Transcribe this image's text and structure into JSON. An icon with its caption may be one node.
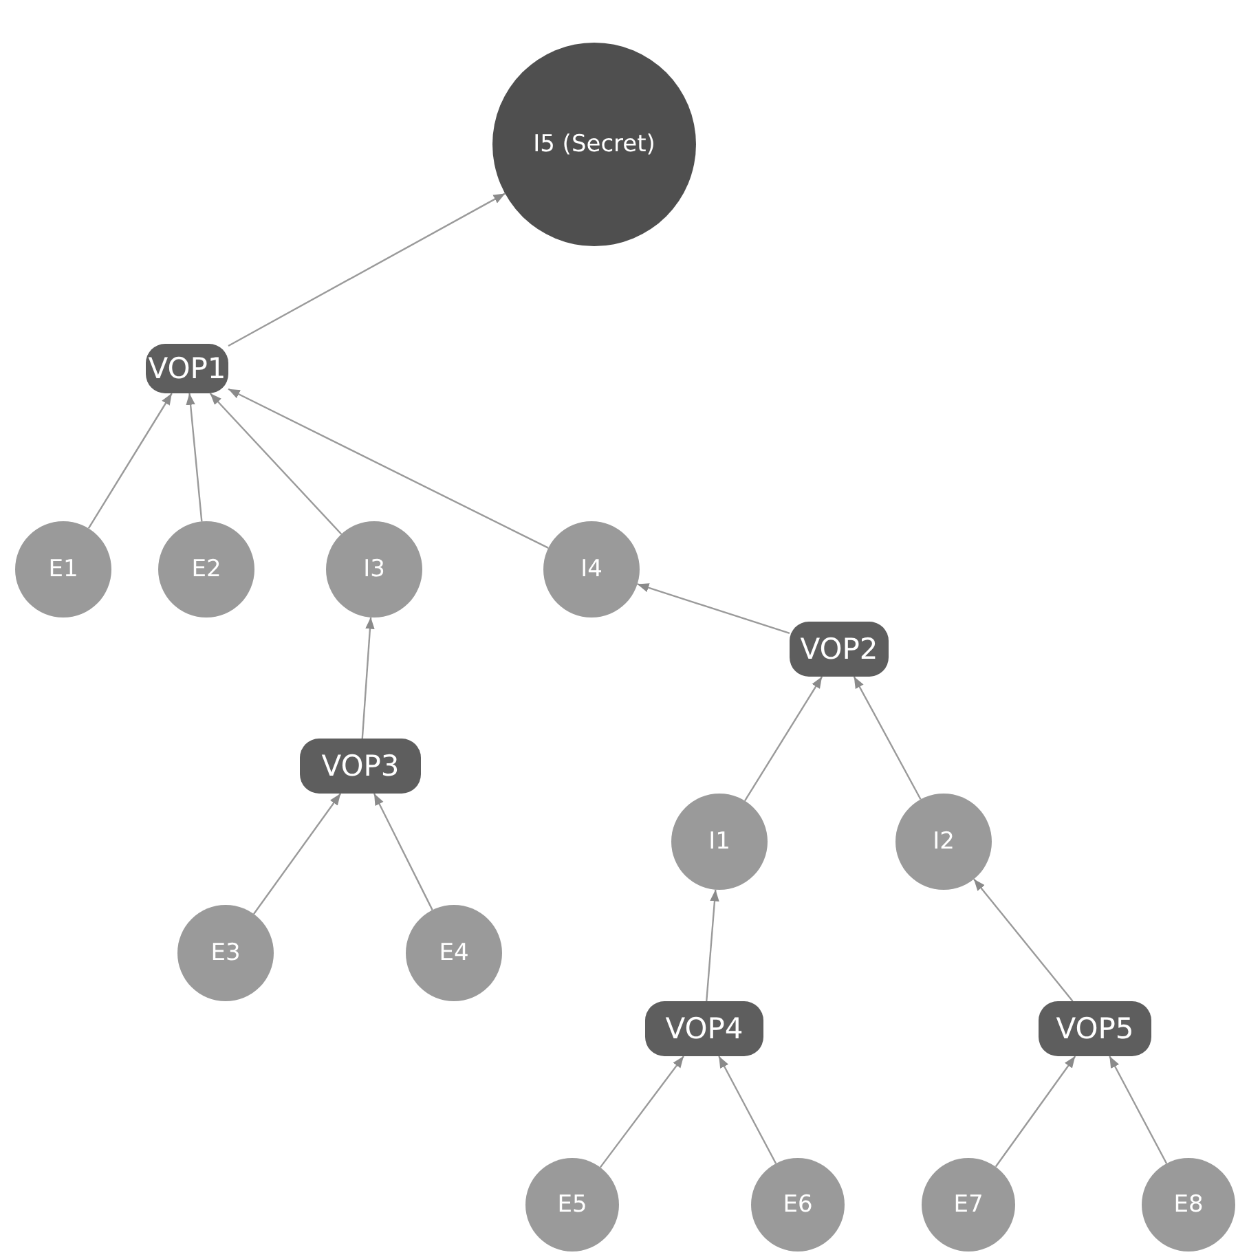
{
  "diagram": {
    "nodes": [
      {
        "text": [
          "I5 (Secret)"
        ]
      },
      {
        "text": [
          "VOP1"
        ]
      },
      {
        "text": [
          "E1"
        ]
      },
      {
        "text": [
          "E2"
        ]
      },
      {
        "text": [
          "I3"
        ]
      },
      {
        "text": [
          "I4"
        ]
      },
      {
        "text": [
          "VOP2"
        ]
      },
      {
        "text": [
          "VOP3"
        ]
      },
      {
        "text": [
          "E3"
        ]
      },
      {
        "text": [
          "E4"
        ]
      },
      {
        "text": [
          "I1"
        ]
      },
      {
        "text": [
          "I2"
        ]
      },
      {
        "text": [
          "VOP4"
        ]
      },
      {
        "text": [
          "VOP5"
        ]
      },
      {
        "text": [
          "E5"
        ]
      },
      {
        "text": [
          "E6"
        ]
      },
      {
        "text": [
          "E7"
        ]
      },
      {
        "text": [
          "E8"
        ]
      }
    ],
    "edges": [
      {
        "from": 1,
        "to": 0,
        "arrow": "to"
      },
      {
        "from": 2,
        "to": 1,
        "arrow": "to"
      },
      {
        "from": 3,
        "to": 1,
        "arrow": "to"
      },
      {
        "from": 4,
        "to": 1,
        "arrow": "to"
      },
      {
        "from": 5,
        "to": 1,
        "arrow": "to"
      },
      {
        "from": 6,
        "to": 5,
        "arrow": "to"
      },
      {
        "from": 7,
        "to": 4,
        "arrow": "to"
      },
      {
        "from": 10,
        "to": 6,
        "arrow": "to"
      },
      {
        "from": 11,
        "to": 6,
        "arrow": "to"
      },
      {
        "from": 8,
        "to": 7,
        "arrow": "to"
      },
      {
        "from": 9,
        "to": 7,
        "arrow": "to"
      },
      {
        "from": 12,
        "to": 10,
        "arrow": "to"
      },
      {
        "from": 13,
        "to": 11,
        "arrow": "to"
      },
      {
        "from": 14,
        "to": 12,
        "arrow": "to"
      },
      {
        "from": 15,
        "to": 12,
        "arrow": "to"
      },
      {
        "from": 16,
        "to": 13,
        "arrow": "to"
      },
      {
        "from": 17,
        "to": 13,
        "arrow": "to"
      }
    ]
  }
}
